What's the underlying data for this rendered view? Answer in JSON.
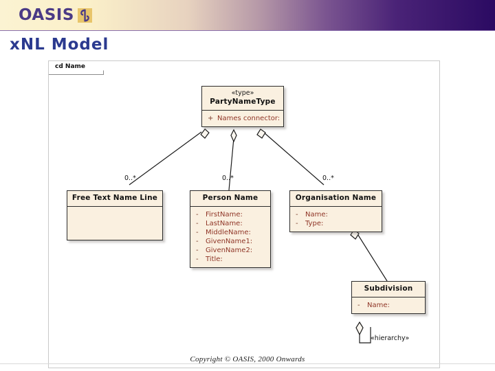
{
  "header": {
    "logo_text": "OASIS",
    "logo_mark_name": "oasis-glyph-icon",
    "gradient_from": "#fbf3d2",
    "gradient_to": "#2b0a62"
  },
  "slide": {
    "title": "xNL Model",
    "title_color": "#2b3a8f",
    "copyright": "Copyright © OASIS, 2000 Onwards"
  },
  "diagram": {
    "frame_label": "cd Name",
    "type": "uml-class-diagram",
    "class_fill": "#faf0e0",
    "attribute_color": "#8f3526",
    "classes": [
      {
        "id": "party-name-type",
        "stereotype": "«type»",
        "name": "PartyNameType",
        "attributes": [
          {
            "visibility": "+",
            "label": "Names connector:"
          }
        ]
      },
      {
        "id": "free-text-name-line",
        "stereotype": "",
        "name": "Free Text Name Line",
        "attributes": []
      },
      {
        "id": "person-name",
        "stereotype": "",
        "name": "Person Name",
        "attributes": [
          {
            "visibility": "-",
            "label": "FirstName:"
          },
          {
            "visibility": "-",
            "label": "LastName:"
          },
          {
            "visibility": "-",
            "label": "MiddleName:"
          },
          {
            "visibility": "-",
            "label": "GivenName1:"
          },
          {
            "visibility": "-",
            "label": "GivenName2:"
          },
          {
            "visibility": "-",
            "label": "Title:"
          }
        ]
      },
      {
        "id": "organisation-name",
        "stereotype": "",
        "name": "Organisation Name",
        "attributes": [
          {
            "visibility": "-",
            "label": "Name:"
          },
          {
            "visibility": "-",
            "label": "Type:"
          }
        ]
      },
      {
        "id": "subdivision",
        "stereotype": "",
        "name": "Subdivision",
        "attributes": [
          {
            "visibility": "-",
            "label": "Name:"
          }
        ]
      }
    ],
    "associations": [
      {
        "id": "assoc-free-text",
        "from": "party-name-type",
        "to": "free-text-name-line",
        "kind": "aggregation",
        "target_multiplicity": "0..*",
        "label": ""
      },
      {
        "id": "assoc-person",
        "from": "party-name-type",
        "to": "person-name",
        "kind": "aggregation",
        "target_multiplicity": "0..*",
        "label": ""
      },
      {
        "id": "assoc-organisation",
        "from": "party-name-type",
        "to": "organisation-name",
        "kind": "aggregation",
        "target_multiplicity": "0..*",
        "label": ""
      },
      {
        "id": "assoc-subdivision",
        "from": "organisation-name",
        "to": "subdivision",
        "kind": "aggregation",
        "target_multiplicity": "",
        "label": ""
      },
      {
        "id": "assoc-hierarchy",
        "from": "subdivision",
        "to": "subdivision",
        "kind": "aggregation",
        "target_multiplicity": "",
        "label": "«hierarchy»"
      }
    ]
  }
}
